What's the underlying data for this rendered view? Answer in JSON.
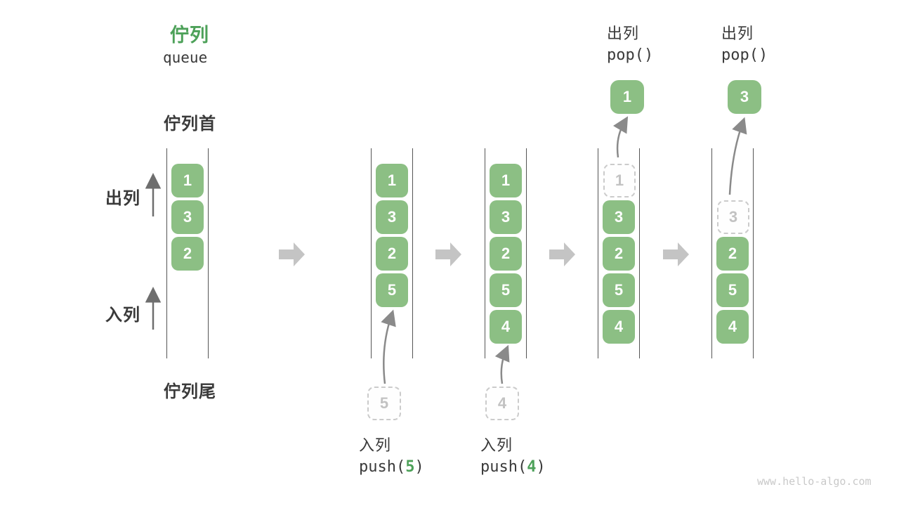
{
  "title": {
    "zh": "佇列",
    "en": "queue"
  },
  "side_labels": {
    "front": "佇列首",
    "rear": "佇列尾",
    "dequeue": "出列",
    "enqueue": "入列"
  },
  "columns": [
    {
      "slots": [
        {
          "type": "green",
          "value": "1"
        },
        {
          "type": "green",
          "value": "3"
        },
        {
          "type": "green",
          "value": "2"
        }
      ]
    },
    {
      "slots": [
        {
          "type": "green",
          "value": "1"
        },
        {
          "type": "green",
          "value": "3"
        },
        {
          "type": "green",
          "value": "2"
        },
        {
          "type": "green",
          "value": "5"
        }
      ]
    },
    {
      "slots": [
        {
          "type": "green",
          "value": "1"
        },
        {
          "type": "green",
          "value": "3"
        },
        {
          "type": "green",
          "value": "2"
        },
        {
          "type": "green",
          "value": "5"
        },
        {
          "type": "green",
          "value": "4"
        }
      ]
    },
    {
      "slots": [
        {
          "type": "dashed",
          "value": "1"
        },
        {
          "type": "green",
          "value": "3"
        },
        {
          "type": "green",
          "value": "2"
        },
        {
          "type": "green",
          "value": "5"
        },
        {
          "type": "green",
          "value": "4"
        }
      ]
    },
    {
      "slots": [
        {
          "type": "empty",
          "value": ""
        },
        {
          "type": "dashed",
          "value": "3"
        },
        {
          "type": "green",
          "value": "2"
        },
        {
          "type": "green",
          "value": "5"
        },
        {
          "type": "green",
          "value": "4"
        }
      ]
    }
  ],
  "pop_ops": [
    {
      "label": "出列",
      "code": "pop()",
      "value": "1"
    },
    {
      "label": "出列",
      "code": "pop()",
      "value": "3"
    }
  ],
  "push_ops": [
    {
      "label": "入列",
      "code_prefix": "push(",
      "arg": "5",
      "code_suffix": ")",
      "staged_value": "5"
    },
    {
      "label": "入列",
      "code_prefix": "push(",
      "arg": "4",
      "code_suffix": ")",
      "staged_value": "4"
    }
  ],
  "watermark": "www.hello-algo.com",
  "colors": {
    "accent_green": "#4DA159",
    "box_green": "#8CBF84",
    "text_dark": "#3A3A3A",
    "ghost_gray": "#C2C2C2",
    "block_arrow_gray": "#C4C4C4",
    "line_gray": "#555555"
  }
}
